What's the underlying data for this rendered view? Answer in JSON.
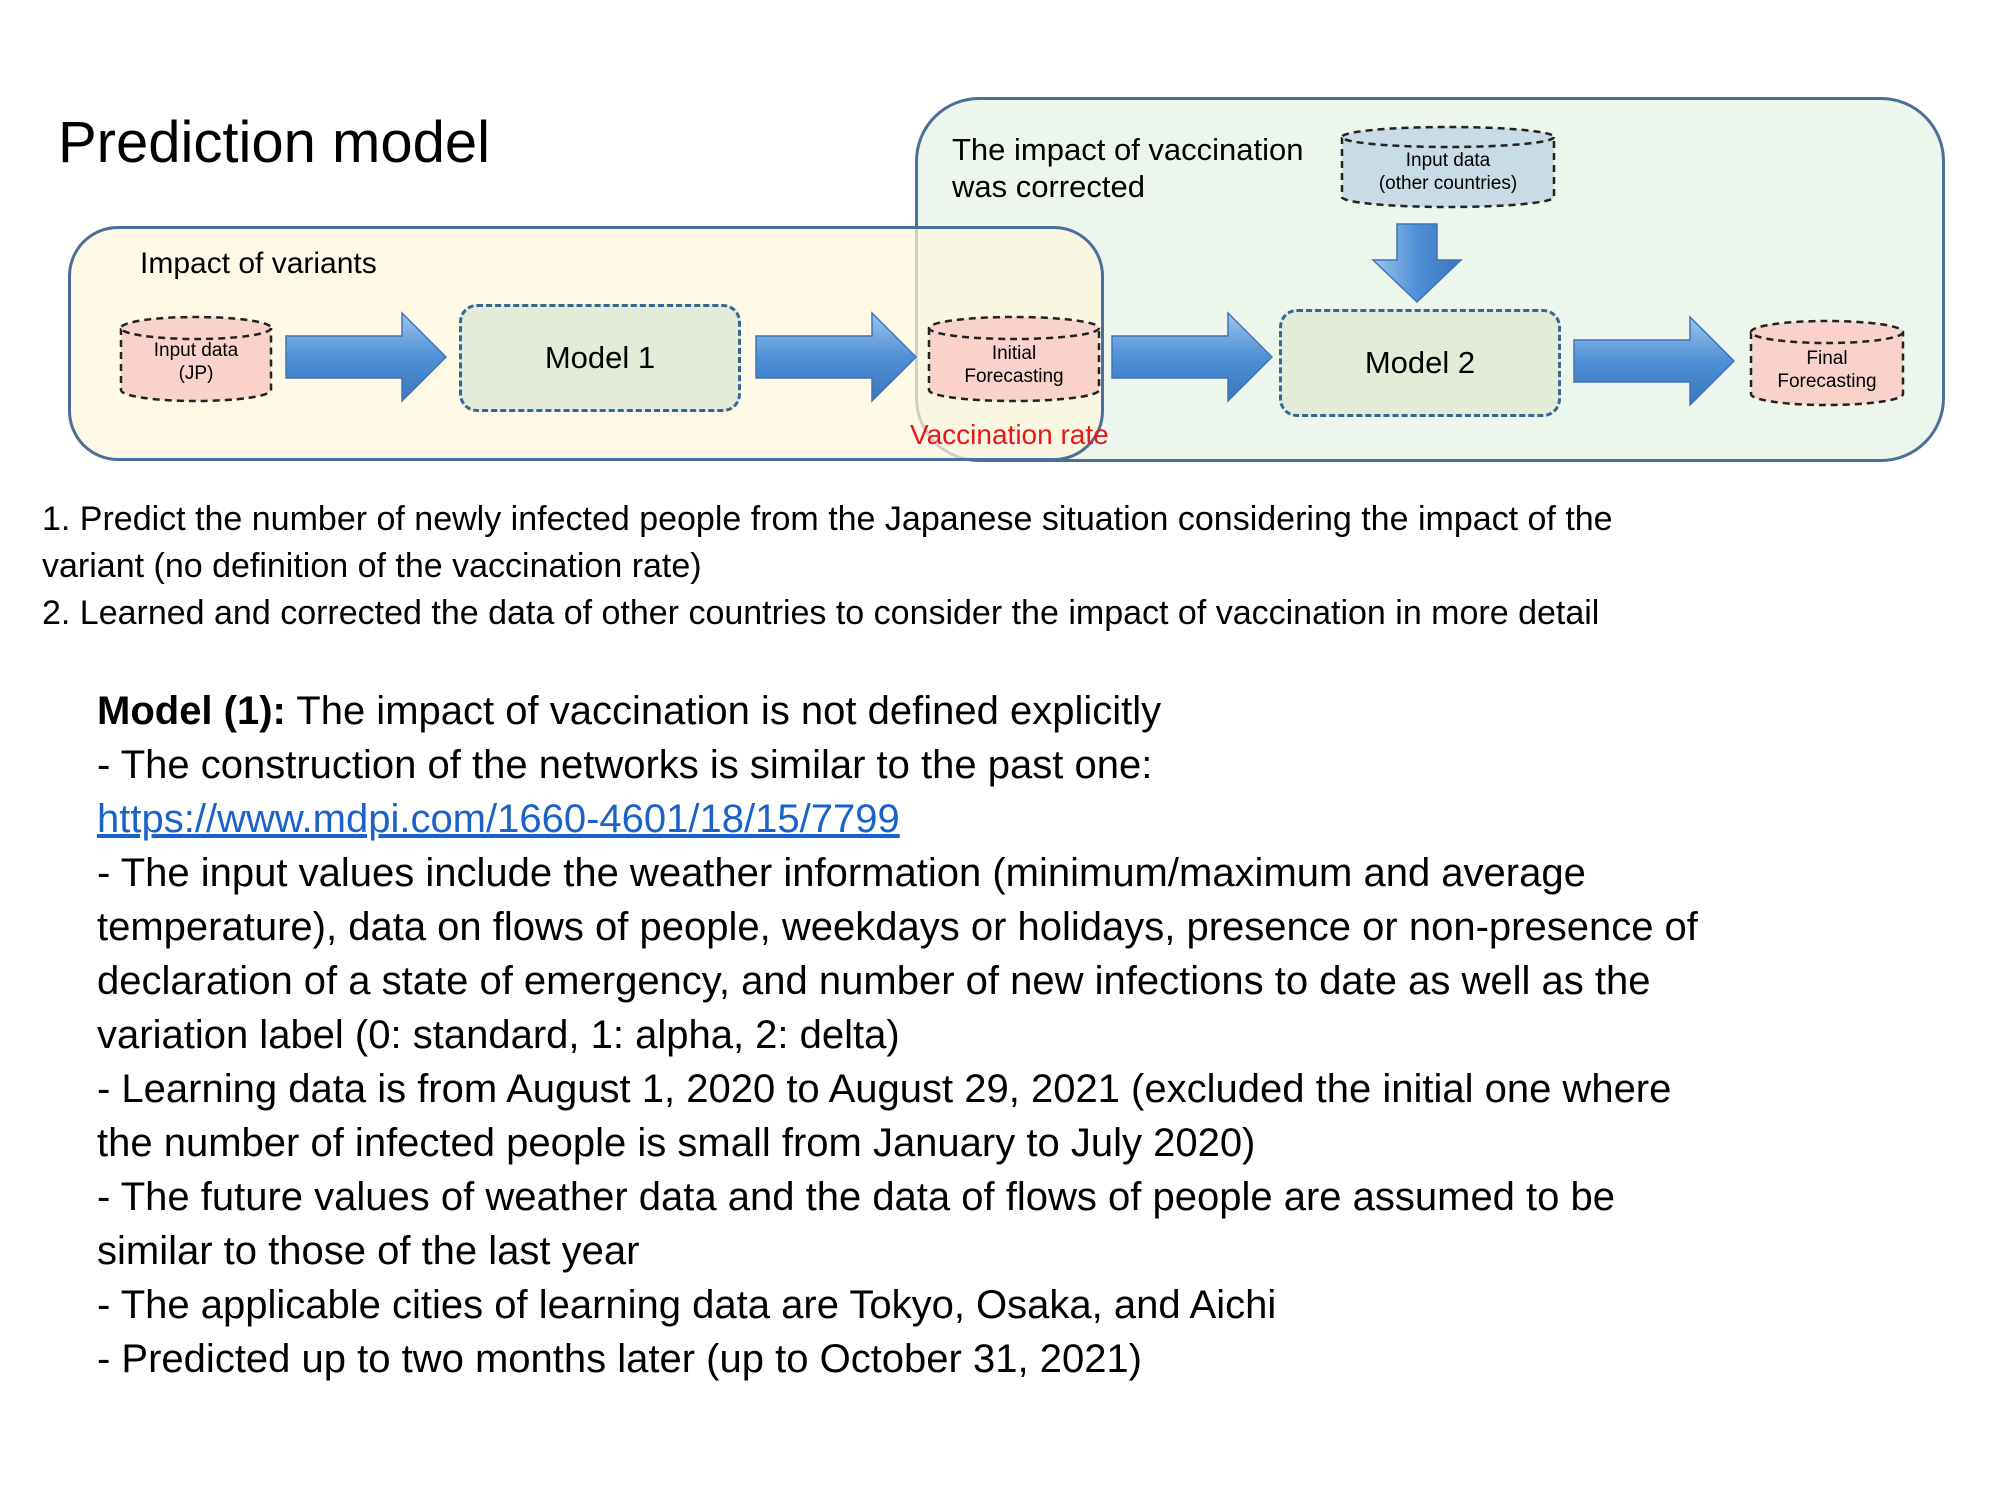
{
  "title": "Prediction model",
  "diagram": {
    "left_panel_label": "Impact of variants",
    "right_panel_label": [
      "The impact of vaccination",
      "was corrected"
    ],
    "vaccination_rate_label": "Vaccination rate",
    "nodes": {
      "input_jp": [
        "Input data",
        "(JP)"
      ],
      "model1": "Model 1",
      "initial_forecasting": [
        "Initial",
        "Forecasting"
      ],
      "input_other": [
        "Input data",
        "(other countries)"
      ],
      "model2": "Model 2",
      "final_forecasting": [
        "Final",
        "Forecasting"
      ]
    },
    "colors": {
      "panel_border": "#4a6f98",
      "left_panel_fill": "#fdf5de",
      "right_panel_fill": "#e6f2e4",
      "cylinder_pink": "#f9d2cb",
      "cylinder_blue": "#c9dbe4",
      "model_fill": "#e2ecd8",
      "arrow": "#5b9bd5",
      "vaccination_rate": "#e5191b",
      "link": "#1a62c9"
    }
  },
  "steps": [
    "1. Predict the number of newly infected people from the Japanese situation considering the impact of the",
    "variant (no definition of the vaccination rate)",
    "2. Learned and corrected the data of other countries to consider the impact of vaccination in more detail"
  ],
  "details": {
    "heading_bold": "Model (1):",
    "heading_rest": " The impact of vaccination is not defined explicitly",
    "lines": [
      "- The construction of the networks is similar to the past one:",
      "https://www.mdpi.com/1660-4601/18/15/7799",
      "- The input values include the weather information (minimum/maximum and average",
      "temperature), data on flows of people, weekdays or holidays, presence or non-presence of",
      "declaration of a state of emergency, and number of new infections to date as well as the",
      "variation label (0: standard, 1: alpha, 2: delta)",
      "- Learning data is from August 1, 2020 to August 29, 2021 (excluded the initial one where",
      "the number of infected people is small from January to July 2020)",
      "- The future values of weather data and the data of flows of people are assumed to be",
      "similar to those of the last year",
      "- The applicable cities of learning data are Tokyo, Osaka, and Aichi",
      "- Predicted up to two months later (up to October 31, 2021)"
    ]
  }
}
